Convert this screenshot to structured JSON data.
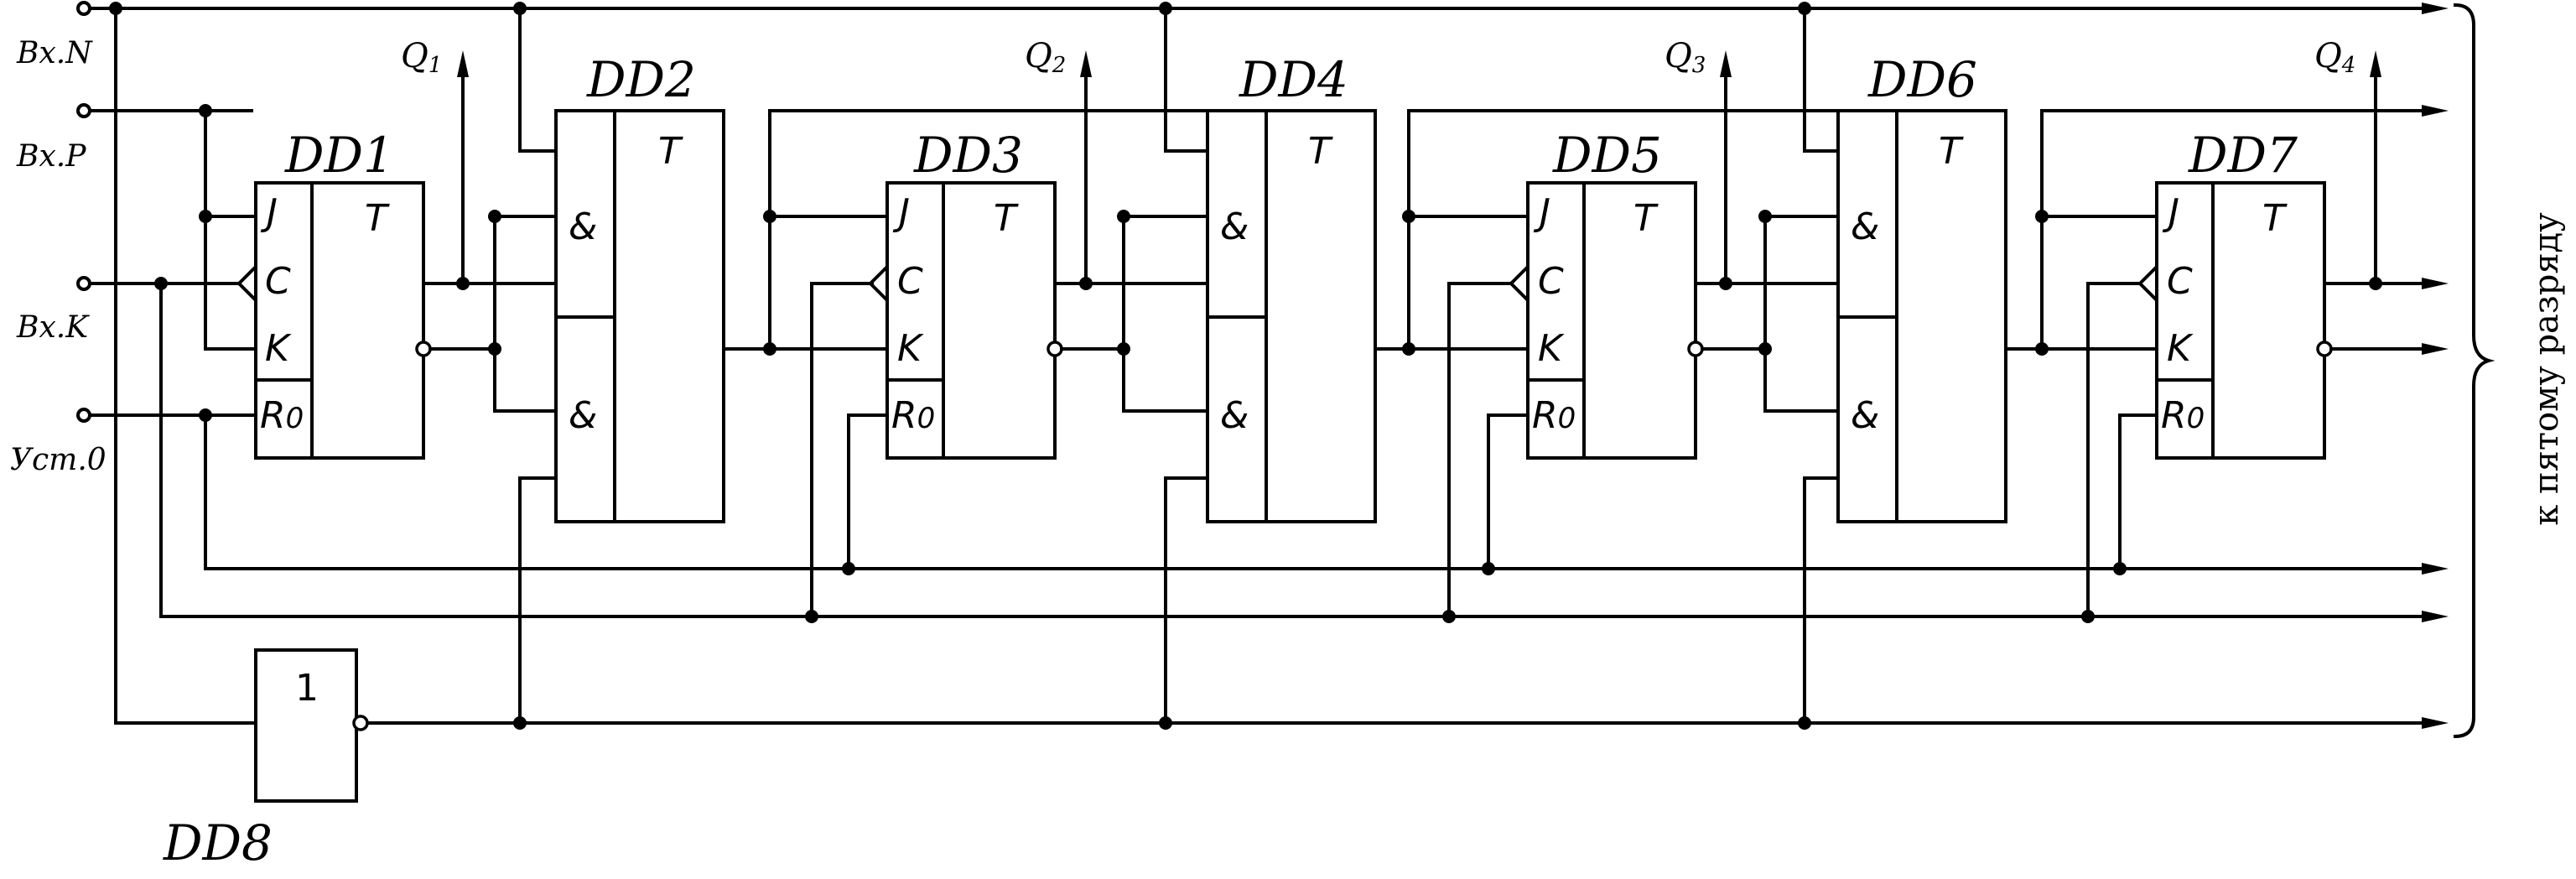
{
  "inputs": {
    "n": "Bx.N",
    "p": "Bx.P",
    "k": "Bx.K",
    "reset": "Уст.0"
  },
  "jk_flipflops": [
    {
      "name": "DD1",
      "output": "Q",
      "output_index": "1"
    },
    {
      "name": "DD3",
      "output": "Q",
      "output_index": "2"
    },
    {
      "name": "DD5",
      "output": "Q",
      "output_index": "3"
    },
    {
      "name": "DD7",
      "output": "Q",
      "output_index": "4"
    }
  ],
  "and_blocks": [
    {
      "name": "DD2"
    },
    {
      "name": "DD4"
    },
    {
      "name": "DD6"
    }
  ],
  "jk_pins": {
    "j": "J",
    "c": "C",
    "k": "K",
    "r": "R",
    "r_sub": "0",
    "t": "T"
  },
  "and_pins": {
    "and": "&",
    "t": "T"
  },
  "or_gate": {
    "name": "DD8",
    "symbol": "1"
  },
  "side_label": "к пятому разряду"
}
